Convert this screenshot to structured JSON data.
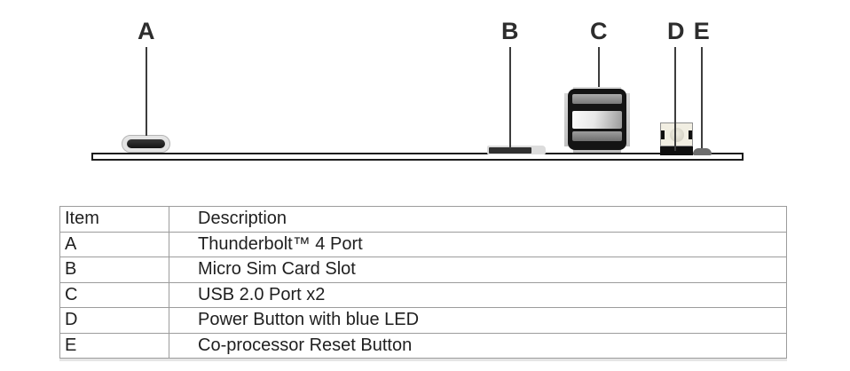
{
  "diagram": {
    "labels": {
      "a": "A",
      "b": "B",
      "c": "C",
      "d": "D",
      "e": "E"
    },
    "graphics": {
      "a": "thunderbolt-port-icon",
      "b": "sim-card-slot-icon",
      "c": "dual-usb-port-icon",
      "d": "power-button-icon",
      "e": "reset-button-icon"
    },
    "colors": {
      "label": "#2d2d2d",
      "leader_line": "#3d3d3d",
      "panel_border": "#1c1c1c",
      "power_button_face": "#f1eee2",
      "usb_body": "#141414"
    }
  },
  "table": {
    "headers": [
      "Item",
      "Description"
    ],
    "rows": [
      [
        "A",
        "Thunderbolt™ 4 Port"
      ],
      [
        "B",
        "Micro Sim Card Slot"
      ],
      [
        "C",
        "USB 2.0 Port x2"
      ],
      [
        "D",
        "Power Button with blue LED"
      ],
      [
        "E",
        "Co-processor Reset Button"
      ]
    ],
    "colors": {
      "border": "#9c9c9c",
      "text": "#1f1f1f"
    }
  }
}
